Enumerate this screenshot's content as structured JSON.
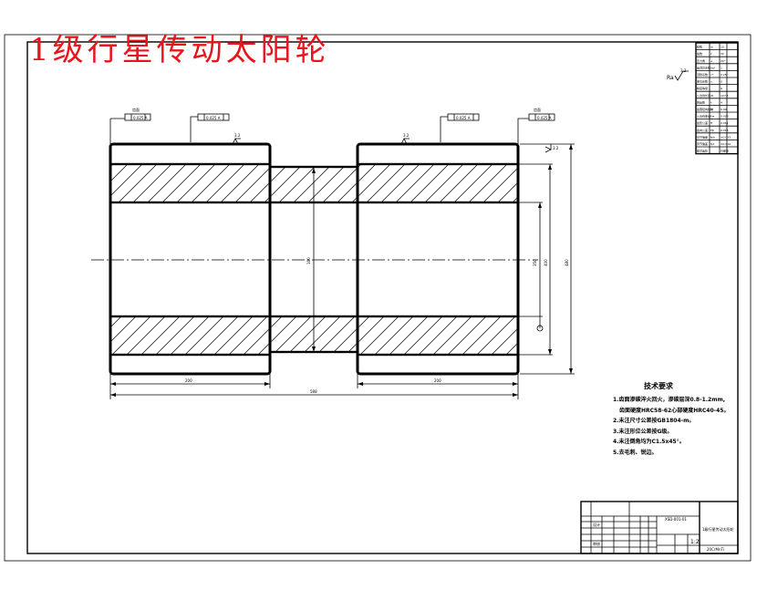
{
  "title": "1级行星传动太阳轮",
  "tech_requirements": {
    "heading": "技术要求",
    "items": [
      "1.齿面渗碳淬火回火，渗碳层深0.8-1.2mm,",
      "齿面硬度HRC58-62心部硬度HRC40-45。",
      "2.未注尺寸公差按GB1804-m。",
      "3.未注形位公差按G级。",
      "4.未注倒角均为C1.5x45°。",
      "5.去毛刺、锐边。"
    ]
  },
  "dimensions": {
    "left_face_width": "200",
    "right_face_width": "200",
    "overall_length": "588",
    "inner_bore": "160",
    "dia_1": "350",
    "dia_2": "400",
    "dia_3": "480"
  },
  "surface_roughness": {
    "corner": "3.2",
    "left_top": "3.2",
    "right_top": "3.2",
    "right_side": "3.2"
  },
  "geometric_tolerances": {
    "left_runout": "0.025 A",
    "left_mid": "0.025 A",
    "right_mid": "0.025 A",
    "right_runout": "0.025 A",
    "face_label_left": "齿面",
    "face_label_right": "齿面"
  },
  "title_block": {
    "part_name": "1级行星传动太阳轮",
    "drawing_no": "XSD-001-01",
    "scale": "1:2",
    "material": "20CrMnTi",
    "designer": "设计",
    "checker": "审核"
  },
  "parameter_table": {
    "rows": [
      [
        "模数",
        "m",
        "10"
      ],
      [
        "齿数",
        "z",
        "32"
      ],
      [
        "压力角",
        "α",
        "20°"
      ],
      [
        "齿顶高系数",
        "ha*",
        "1"
      ],
      [
        "顶隙系数",
        "c*",
        "0.25"
      ],
      [
        "变位系数",
        "x",
        "0"
      ],
      [
        "精度等级",
        "",
        "6"
      ],
      [
        "公法线长度",
        "W",
        "107.6"
      ],
      [
        "跨齿数",
        "k",
        "4"
      ],
      [
        "齿圈径向跳动",
        "Fr",
        "0.04"
      ],
      [
        "公法线变动",
        "Fw",
        "0.028"
      ],
      [
        "齿形公差",
        "ff",
        "0.011"
      ],
      [
        "齿向公差",
        "Fβ",
        "0.013"
      ],
      [
        "基节偏差",
        "fpb",
        "±0.013"
      ],
      [
        "周节偏差",
        "fpt",
        "±0.016"
      ],
      [
        "配对齿轮",
        "",
        "行星轮"
      ]
    ]
  }
}
